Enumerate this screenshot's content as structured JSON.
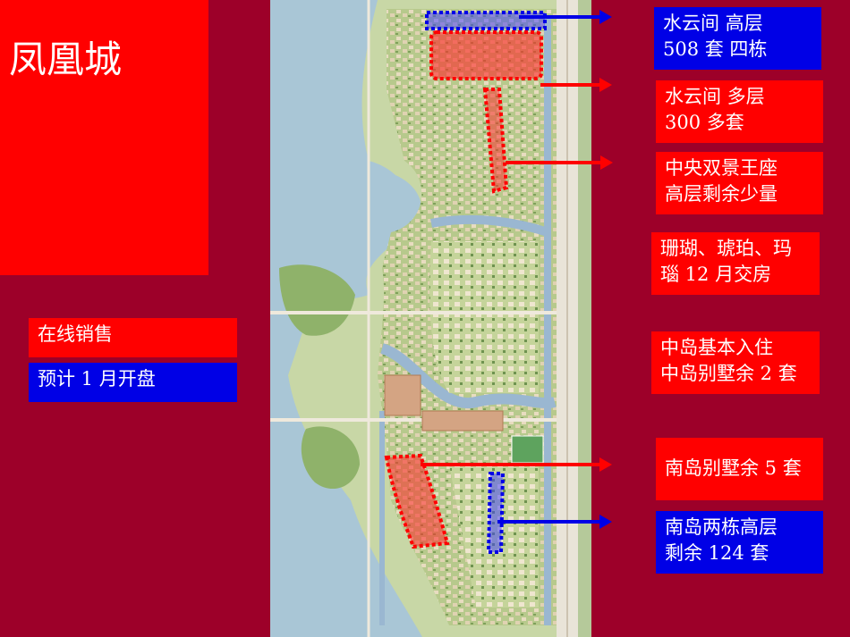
{
  "title": "凤凰城",
  "legend": {
    "online": "在线销售",
    "upcoming": "预计 1 月开盘"
  },
  "annotations": [
    {
      "line1": "水云间  高层",
      "line2": "508 套    四栋",
      "color": "#0000e6"
    },
    {
      "line1": "水云间 多层",
      "line2": "300 多套",
      "color": "#ff0000"
    },
    {
      "line1": "中央双景王座",
      "line2": "高层剩余少量",
      "color": "#ff0000"
    },
    {
      "line1": "珊瑚、琥珀、玛",
      "line2": "瑙 12 月交房",
      "color": "#ff0000"
    },
    {
      "line1": "中岛基本入住",
      "line2": "中岛别墅余 2 套",
      "color": "#ff0000"
    },
    {
      "line1": "南岛别墅余 5 套",
      "line2": "",
      "color": "#ff0000"
    },
    {
      "line1": "南岛两栋高层",
      "line2": "剩余 124 套",
      "color": "#0000e6"
    }
  ],
  "colors": {
    "background": "#9d0029",
    "sale": "#ff0000",
    "upcoming": "#0000e6"
  }
}
